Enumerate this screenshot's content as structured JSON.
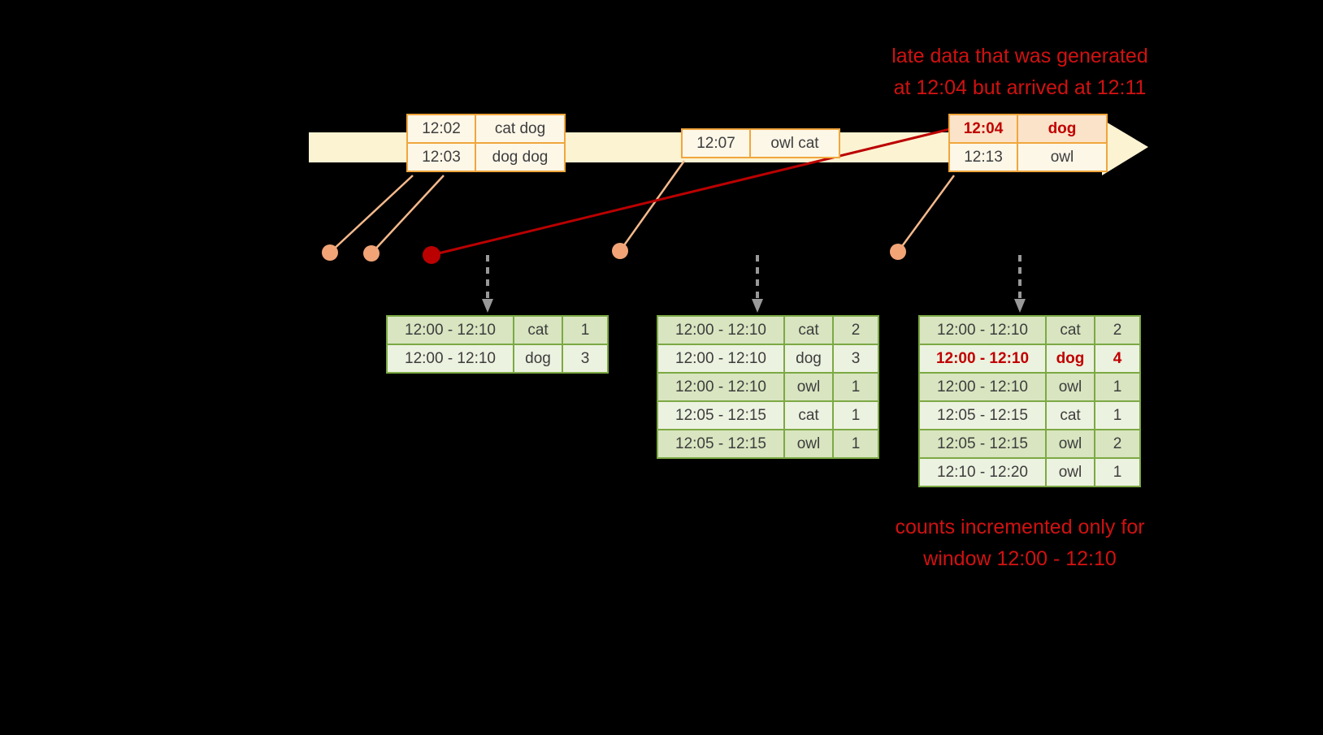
{
  "annotations": {
    "late_note_line1": "late data that was generated",
    "late_note_line2": "at 12:04 but arrived at 12:11",
    "counts_note_line1": "counts incremented only for",
    "counts_note_line2": "window 12:00 - 12:10"
  },
  "event_tables": [
    {
      "rows": [
        {
          "time": "12:02",
          "words": "cat dog"
        },
        {
          "time": "12:03",
          "words": "dog dog"
        }
      ]
    },
    {
      "rows": [
        {
          "time": "12:07",
          "words": "owl cat"
        }
      ]
    },
    {
      "rows": [
        {
          "time": "12:04",
          "words": "dog"
        },
        {
          "time": "12:13",
          "words": "owl"
        }
      ]
    }
  ],
  "result_tables": [
    {
      "rows": [
        {
          "window": "12:00 - 12:10",
          "word": "cat",
          "count": "1"
        },
        {
          "window": "12:00 - 12:10",
          "word": "dog",
          "count": "3"
        }
      ]
    },
    {
      "rows": [
        {
          "window": "12:00 - 12:10",
          "word": "cat",
          "count": "2"
        },
        {
          "window": "12:00 - 12:10",
          "word": "dog",
          "count": "3"
        },
        {
          "window": "12:00 - 12:10",
          "word": "owl",
          "count": "1"
        },
        {
          "window": "12:05 - 12:15",
          "word": "cat",
          "count": "1"
        },
        {
          "window": "12:05 - 12:15",
          "word": "owl",
          "count": "1"
        }
      ]
    },
    {
      "rows": [
        {
          "window": "12:00 - 12:10",
          "word": "cat",
          "count": "2"
        },
        {
          "window": "12:00 - 12:10",
          "word": "dog",
          "count": "4"
        },
        {
          "window": "12:00 - 12:10",
          "word": "owl",
          "count": "1"
        },
        {
          "window": "12:05 - 12:15",
          "word": "cat",
          "count": "1"
        },
        {
          "window": "12:05 - 12:15",
          "word": "owl",
          "count": "2"
        },
        {
          "window": "12:10 - 12:20",
          "word": "owl",
          "count": "1"
        }
      ]
    }
  ],
  "colors": {
    "background": "#000000",
    "timeline_fill": "#fcf3d2",
    "event_table_border": "#f0a63c",
    "event_table_fill": "#fdf7e8",
    "late_cell_fill": "#fbe3c9",
    "late_red": "#c00000",
    "annotation_red": "#d11111",
    "result_table_border": "#7ca944",
    "result_row_dark": "#d8e5c0",
    "result_row_light": "#ecf2e0",
    "connector_orange": "#f5b98b",
    "dot_orange": "#f2a477",
    "trigger_gray": "#999999"
  }
}
